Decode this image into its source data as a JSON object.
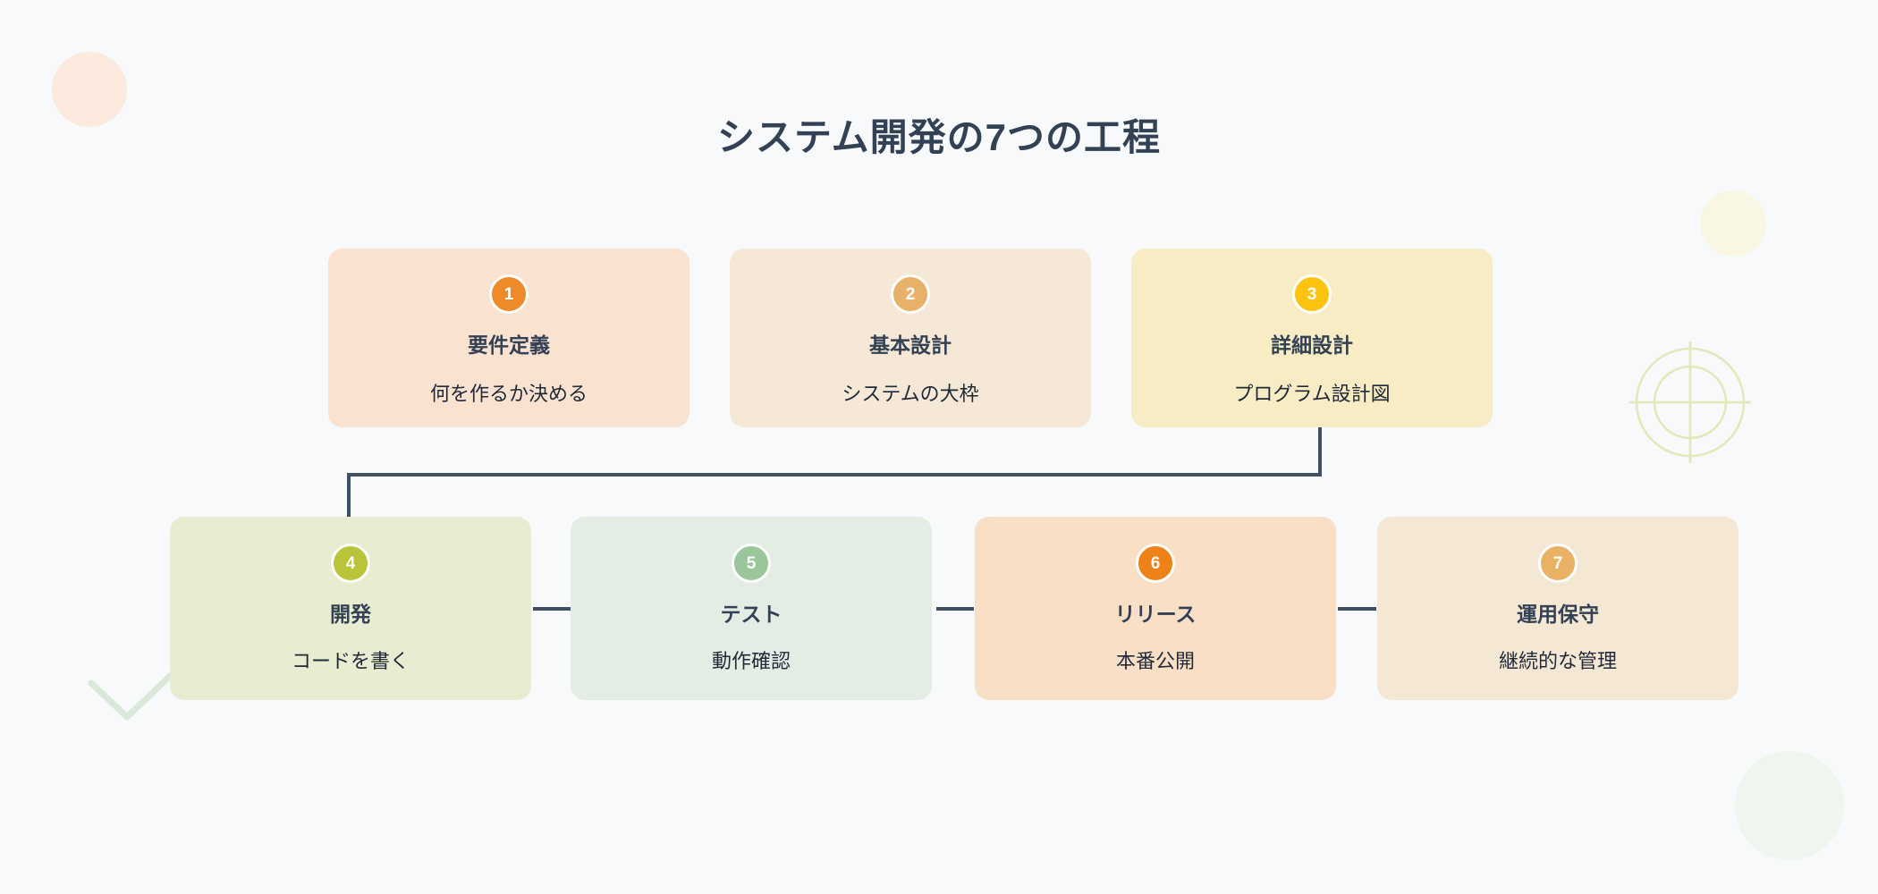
{
  "page": {
    "title": "システム開発の7つの工程",
    "background_color": "#f7f9fb",
    "title_color": "#334155",
    "connector_color": "#3f5066"
  },
  "decorations": [
    {
      "name": "circle-peach",
      "color": "#fbeadd"
    },
    {
      "name": "circle-cream",
      "color": "#f9f6e3"
    },
    {
      "name": "target-rings",
      "color": "#e4e7b8"
    },
    {
      "name": "check-mark",
      "color": "#d9e8d9"
    },
    {
      "name": "circle-mint",
      "color": "#eff5ef"
    }
  ],
  "rows": [
    {
      "name": "row-1",
      "steps": [
        {
          "number": "1",
          "title": "要件定義",
          "desc": "何を作るか決める",
          "card_color": "#fae2d0",
          "badge_color": "#ef8a2b"
        },
        {
          "number": "2",
          "title": "基本設計",
          "desc": "システムの大枠",
          "card_color": "#f5e8d6",
          "badge_color": "#e8b169"
        },
        {
          "number": "3",
          "title": "詳細設計",
          "desc": "プログラム設計図",
          "card_color": "#f7ecc3",
          "badge_color": "#fcc411"
        }
      ]
    },
    {
      "name": "row-2",
      "steps": [
        {
          "number": "4",
          "title": "開発",
          "desc": "コードを書く",
          "card_color": "#e8ecd0",
          "badge_color": "#bac43a"
        },
        {
          "number": "5",
          "title": "テスト",
          "desc": "動作確認",
          "card_color": "#e4ede4",
          "badge_color": "#9bc69b"
        },
        {
          "number": "6",
          "title": "リリース",
          "desc": "本番公開",
          "card_color": "#fadfc7",
          "badge_color": "#ef8119"
        },
        {
          "number": "7",
          "title": "運用保守",
          "desc": "継続的な管理",
          "card_color": "#f4e7d4",
          "badge_color": "#e9b163"
        }
      ]
    }
  ],
  "connectors": [
    {
      "name": "connector-1-to-2",
      "type": "horizontal"
    },
    {
      "name": "connector-2-to-3",
      "type": "horizontal"
    },
    {
      "name": "connector-3-to-4",
      "type": "elbow"
    },
    {
      "name": "connector-4-to-5",
      "type": "horizontal"
    },
    {
      "name": "connector-5-to-6",
      "type": "horizontal"
    },
    {
      "name": "connector-6-to-7",
      "type": "horizontal"
    }
  ]
}
